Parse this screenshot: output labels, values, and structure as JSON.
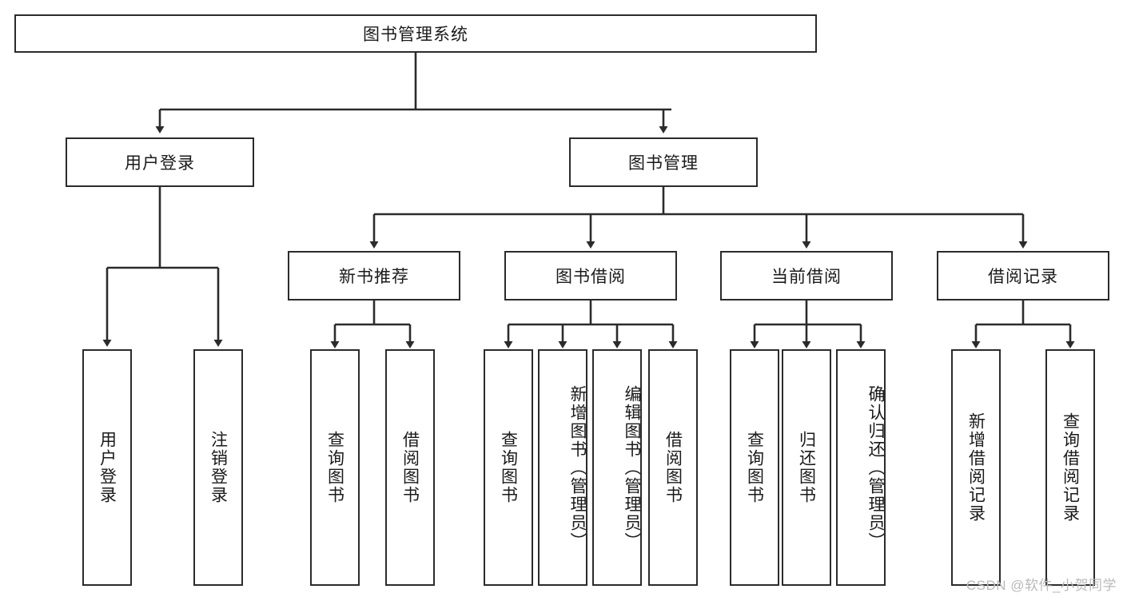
{
  "diagram": {
    "title": "图书管理系统",
    "type": "hierarchy-tree",
    "background_color": "#ffffff",
    "node_border_color": "#2b2b2b",
    "node_fill_color": "#ffffff",
    "edge_color": "#2b2b2b",
    "watermark": "CSDN @软件_小贺同学",
    "watermark_color": "#b9b9b9"
  },
  "nodes": {
    "root": {
      "label": "图书管理系统",
      "orientation": "horizontal"
    },
    "level2": [
      {
        "label": "用户登录",
        "orientation": "horizontal"
      },
      {
        "label": "图书管理",
        "orientation": "horizontal"
      }
    ],
    "level3": [
      {
        "label": "新书推荐",
        "orientation": "horizontal"
      },
      {
        "label": "图书借阅",
        "orientation": "horizontal"
      },
      {
        "label": "当前借阅",
        "orientation": "horizontal"
      },
      {
        "label": "借阅记录",
        "orientation": "horizontal"
      }
    ],
    "leaves": {
      "user_login": [
        {
          "label": "用户登录",
          "orientation": "vertical"
        },
        {
          "label": "注销登录",
          "orientation": "vertical"
        }
      ],
      "new_book_recommend": [
        {
          "label": "查询图书",
          "orientation": "vertical"
        },
        {
          "label": "借阅图书",
          "orientation": "vertical"
        }
      ],
      "book_borrow": [
        {
          "label": "查询图书",
          "orientation": "vertical"
        },
        {
          "label": "新增图书（管理员）",
          "orientation": "vertical"
        },
        {
          "label": "编辑图书（管理员）",
          "orientation": "vertical"
        },
        {
          "label": "借阅图书",
          "orientation": "vertical"
        }
      ],
      "current_borrow": [
        {
          "label": "查询图书",
          "orientation": "vertical"
        },
        {
          "label": "归还图书",
          "orientation": "vertical"
        },
        {
          "label": "确认归还（管理员）",
          "orientation": "vertical"
        }
      ],
      "borrow_record": [
        {
          "label": "新增借阅记录",
          "orientation": "vertical"
        },
        {
          "label": "查询借阅记录",
          "orientation": "vertical"
        }
      ]
    }
  }
}
